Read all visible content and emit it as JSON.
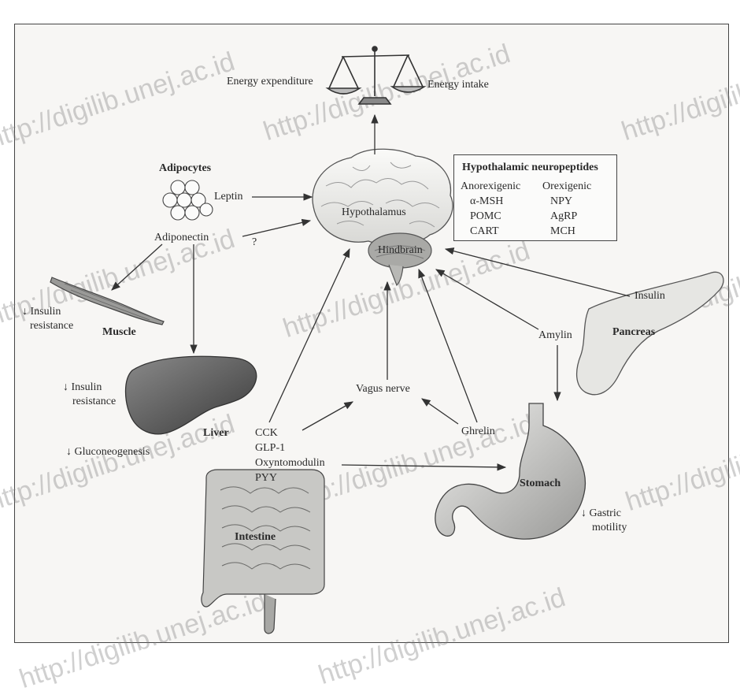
{
  "balance": {
    "left_label": "Energy expenditure",
    "right_label": "Energy intake"
  },
  "adipocytes": {
    "title": "Adipocytes",
    "leptin": "Leptin",
    "adiponectin": "Adiponectin",
    "question": "?"
  },
  "brain": {
    "hypothalamus": "Hypothalamus",
    "hindbrain": "Hindbrain"
  },
  "neuropeptides": {
    "title": "Hypothalamic neuropeptides",
    "anorexigenic": {
      "header": "Anorexigenic",
      "items": [
        "α-MSH",
        "POMC",
        "CART"
      ]
    },
    "orexigenic": {
      "header": "Orexigenic",
      "items": [
        "NPY",
        "AgRP",
        "MCH"
      ]
    }
  },
  "muscle": {
    "effect": "↓ Insulin resistance",
    "effect_line1": "↓ Insulin",
    "effect_line2": "resistance",
    "name": "Muscle"
  },
  "liver": {
    "effect_line1": "↓ Insulin",
    "effect_line2": "resistance",
    "gluconeogenesis": "↓ Gluconeogenesis",
    "name": "Liver"
  },
  "pancreas": {
    "name": "Pancreas",
    "insulin": "Insulin",
    "amylin": "Amylin"
  },
  "gut": {
    "vagus": "Vagus nerve",
    "ghrelin": "Ghrelin",
    "hormones": [
      "CCK",
      "GLP-1",
      "Oxyntomodulin",
      "PYY"
    ],
    "intestine": "Intestine",
    "stomach": "Stomach",
    "gastric_line1": "↓ Gastric",
    "gastric_line2": "motility"
  },
  "watermark": "http://digilib.unej.ac.id"
}
